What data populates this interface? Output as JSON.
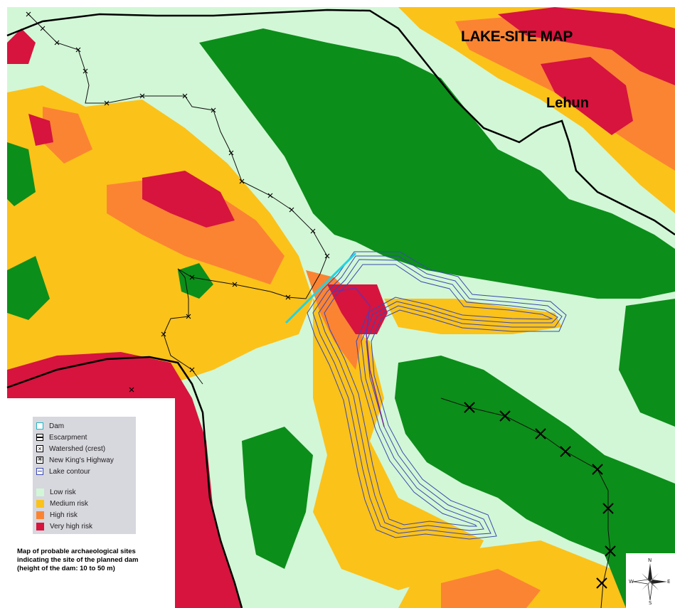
{
  "map": {
    "title": "LAKE-SITE MAP",
    "place_label": "Lehun",
    "caption_lines": [
      "Map of probable archaeological sites",
      "indicating the site of the planned dam",
      "(height of the dam: 10 to 50 m)"
    ]
  },
  "legend": {
    "lines": [
      {
        "label": "Dam",
        "icon": "dam-line-icon"
      },
      {
        "label": "Escarpment",
        "icon": "escarpment-line-icon"
      },
      {
        "label": "Watershed (crest)",
        "icon": "watershed-line-icon"
      },
      {
        "label": "New King's Highway",
        "icon": "highway-line-icon"
      },
      {
        "label": "Lake contour",
        "icon": "lake-contour-icon"
      }
    ],
    "risk": [
      {
        "label": "Low risk",
        "color": "#d2f7d6"
      },
      {
        "label": "Medium risk",
        "color": "#fbc21a"
      },
      {
        "label": "High risk",
        "color": "#fb8433"
      },
      {
        "label": "Very high risk",
        "color": "#d6143e"
      }
    ]
  },
  "colors": {
    "low_risk": "#d2f7d6",
    "medium_risk": "#fbc21a",
    "high_risk": "#fb8433",
    "very_high_risk": "#d6143e",
    "vegetation": "#0c8e1a",
    "dam": "#1fd4e4",
    "lake_contour": "#3a48b0",
    "lake_contour_inner": "#7a2a9c"
  },
  "compass": {
    "n": "N",
    "s": "S",
    "e": "E",
    "w": "W"
  }
}
